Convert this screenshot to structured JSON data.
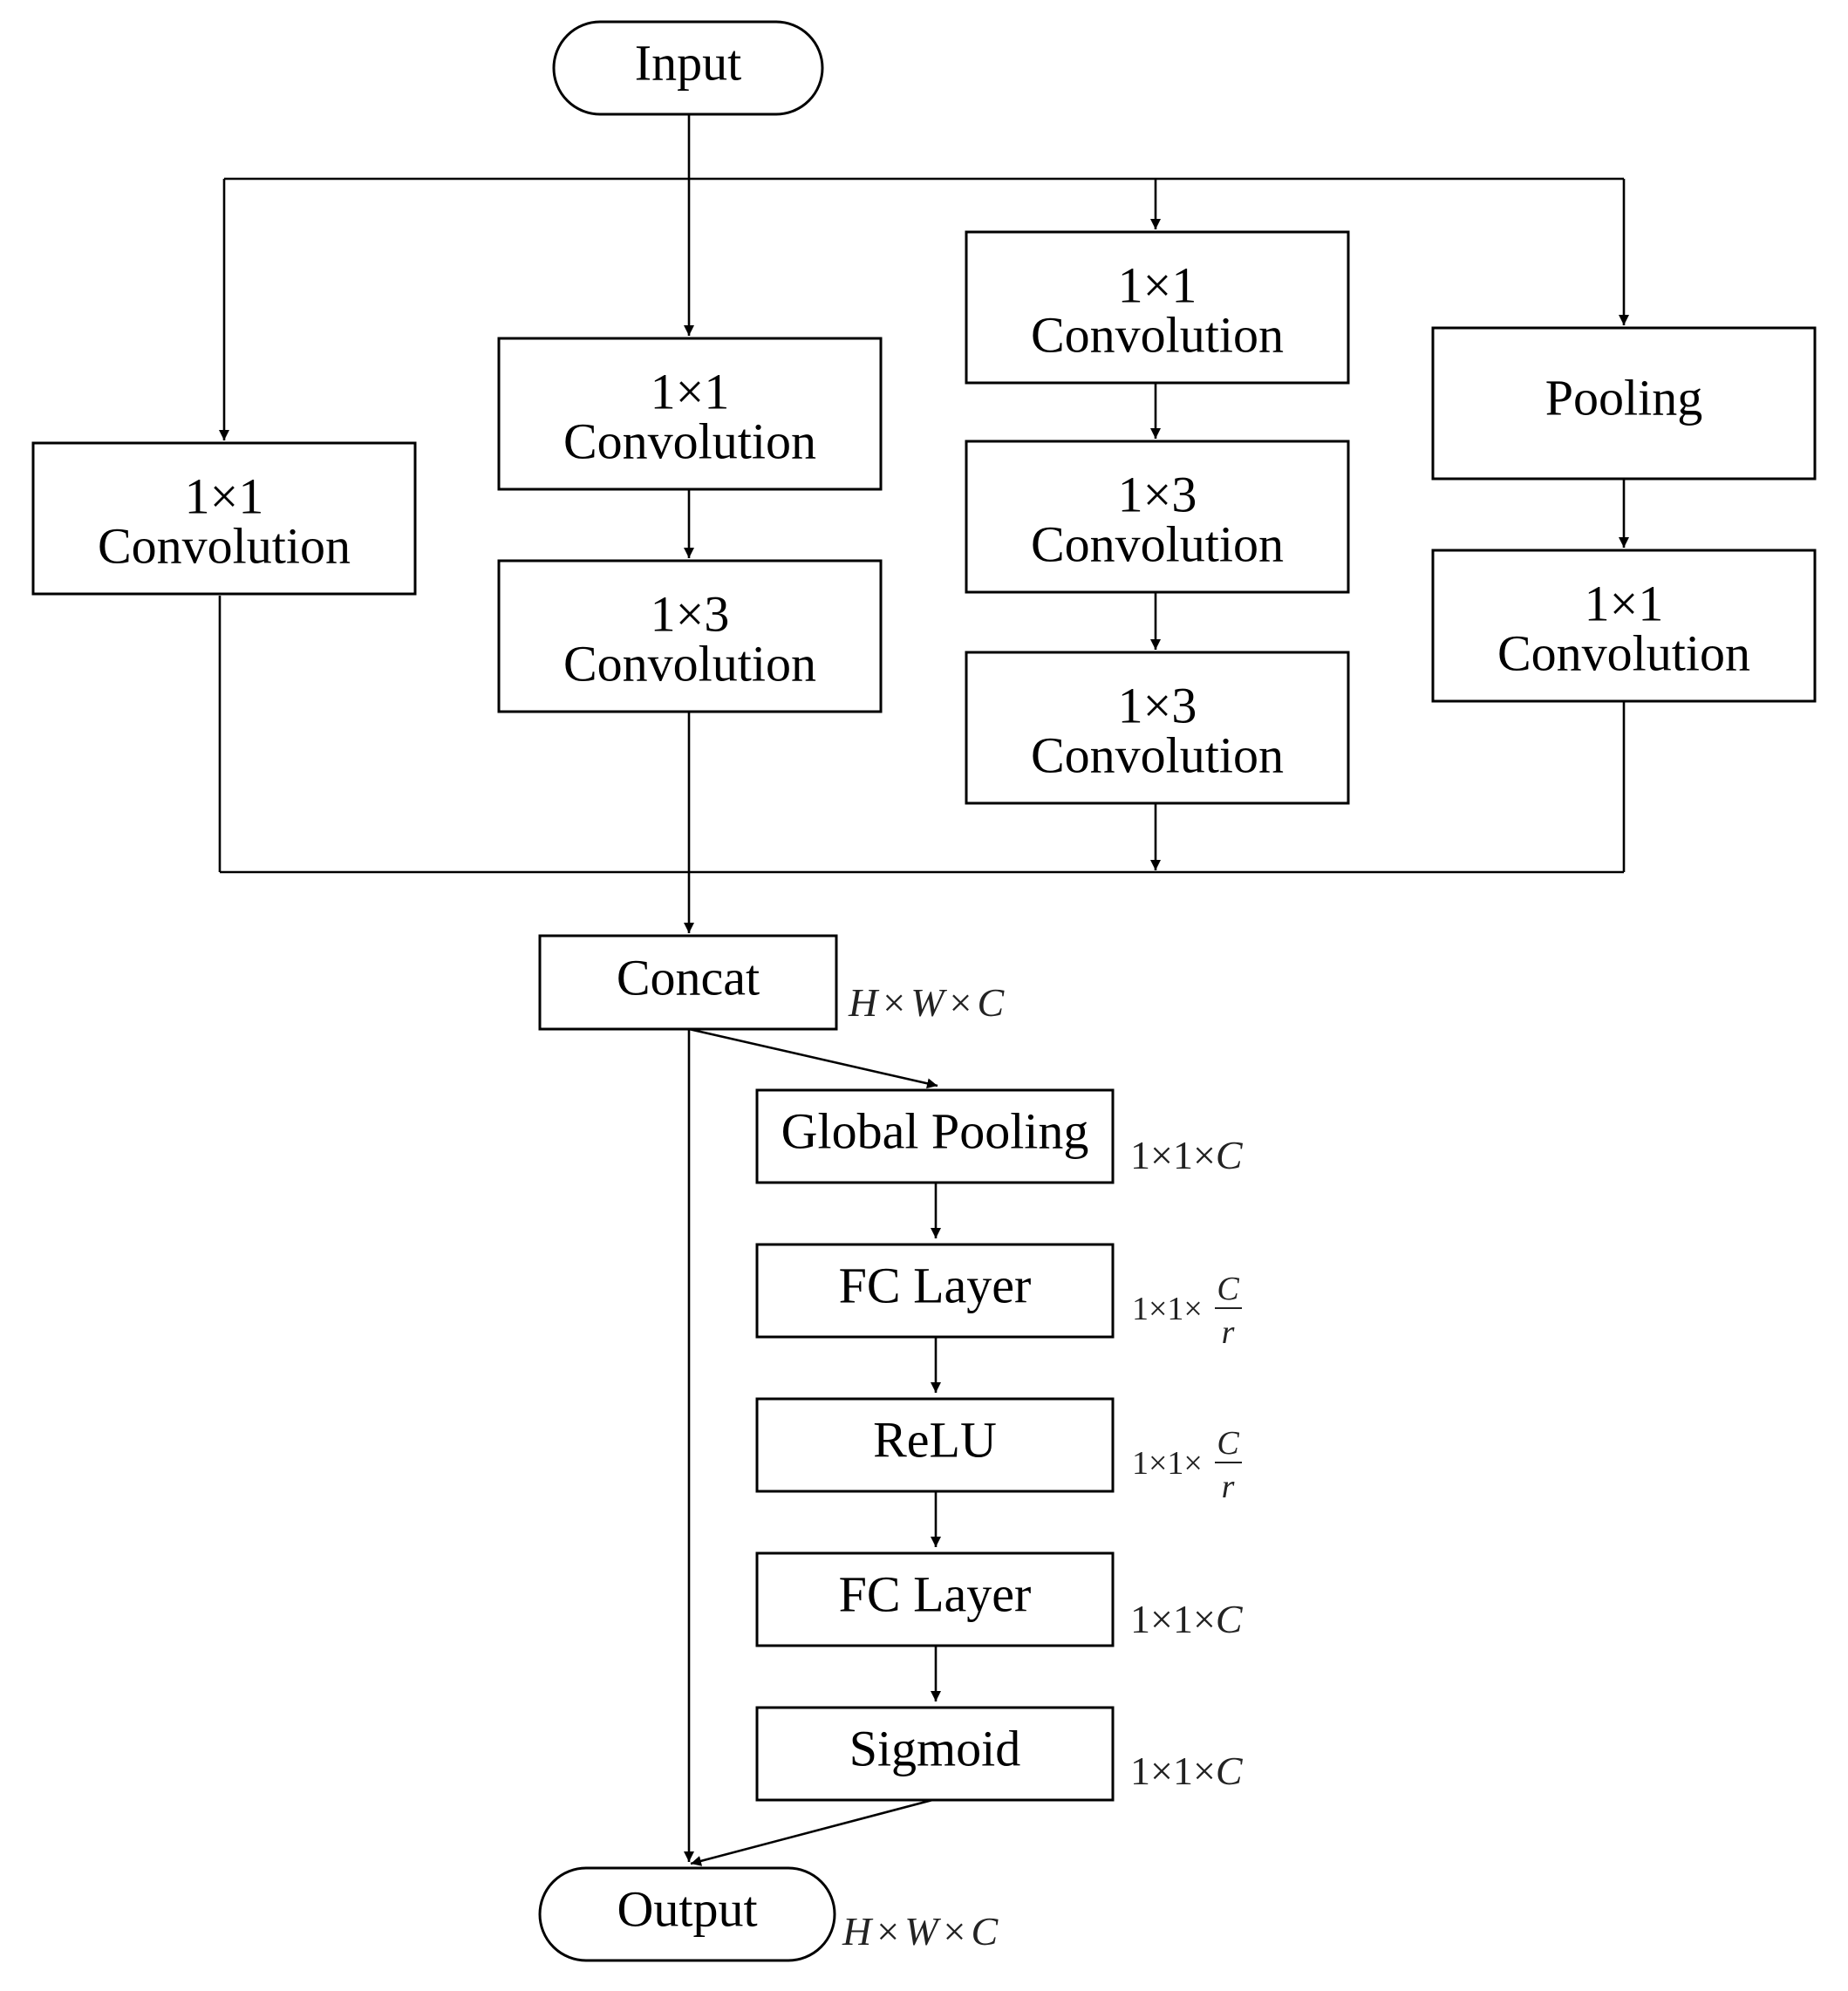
{
  "nodes": {
    "input": "Input",
    "b1_conv1": [
      "1×1",
      "Convolution"
    ],
    "b2_conv1": [
      "1×1",
      "Convolution"
    ],
    "b2_conv3": [
      "1×3",
      "Convolution"
    ],
    "b3_conv1": [
      "1×1",
      "Convolution"
    ],
    "b3_conv3a": [
      "1×3",
      "Convolution"
    ],
    "b3_conv3b": [
      "1×3",
      "Convolution"
    ],
    "b4_pool": "Pooling",
    "b4_conv1": [
      "1×1",
      "Convolution"
    ],
    "concat": "Concat",
    "global_pooling": "Global Pooling",
    "fc1": "FC Layer",
    "relu": "ReLU",
    "fc2": "FC Layer",
    "sigmoid": "Sigmoid",
    "output": "Output"
  },
  "dims": {
    "concat": {
      "H": "H",
      "W": "W",
      "C": "C",
      "times": "×"
    },
    "global_pooling": {
      "prefix": "1×1×",
      "C": "C"
    },
    "fc1": {
      "prefix": "1×1×",
      "num": "C",
      "den": "r"
    },
    "relu": {
      "prefix": "1×1×",
      "num": "C",
      "den": "r"
    },
    "fc2": {
      "prefix": "1×1×",
      "C": "C"
    },
    "sigmoid": {
      "prefix": "1×1×",
      "C": "C"
    },
    "output": {
      "H": "H",
      "W": "W",
      "C": "C",
      "times": "×"
    }
  }
}
